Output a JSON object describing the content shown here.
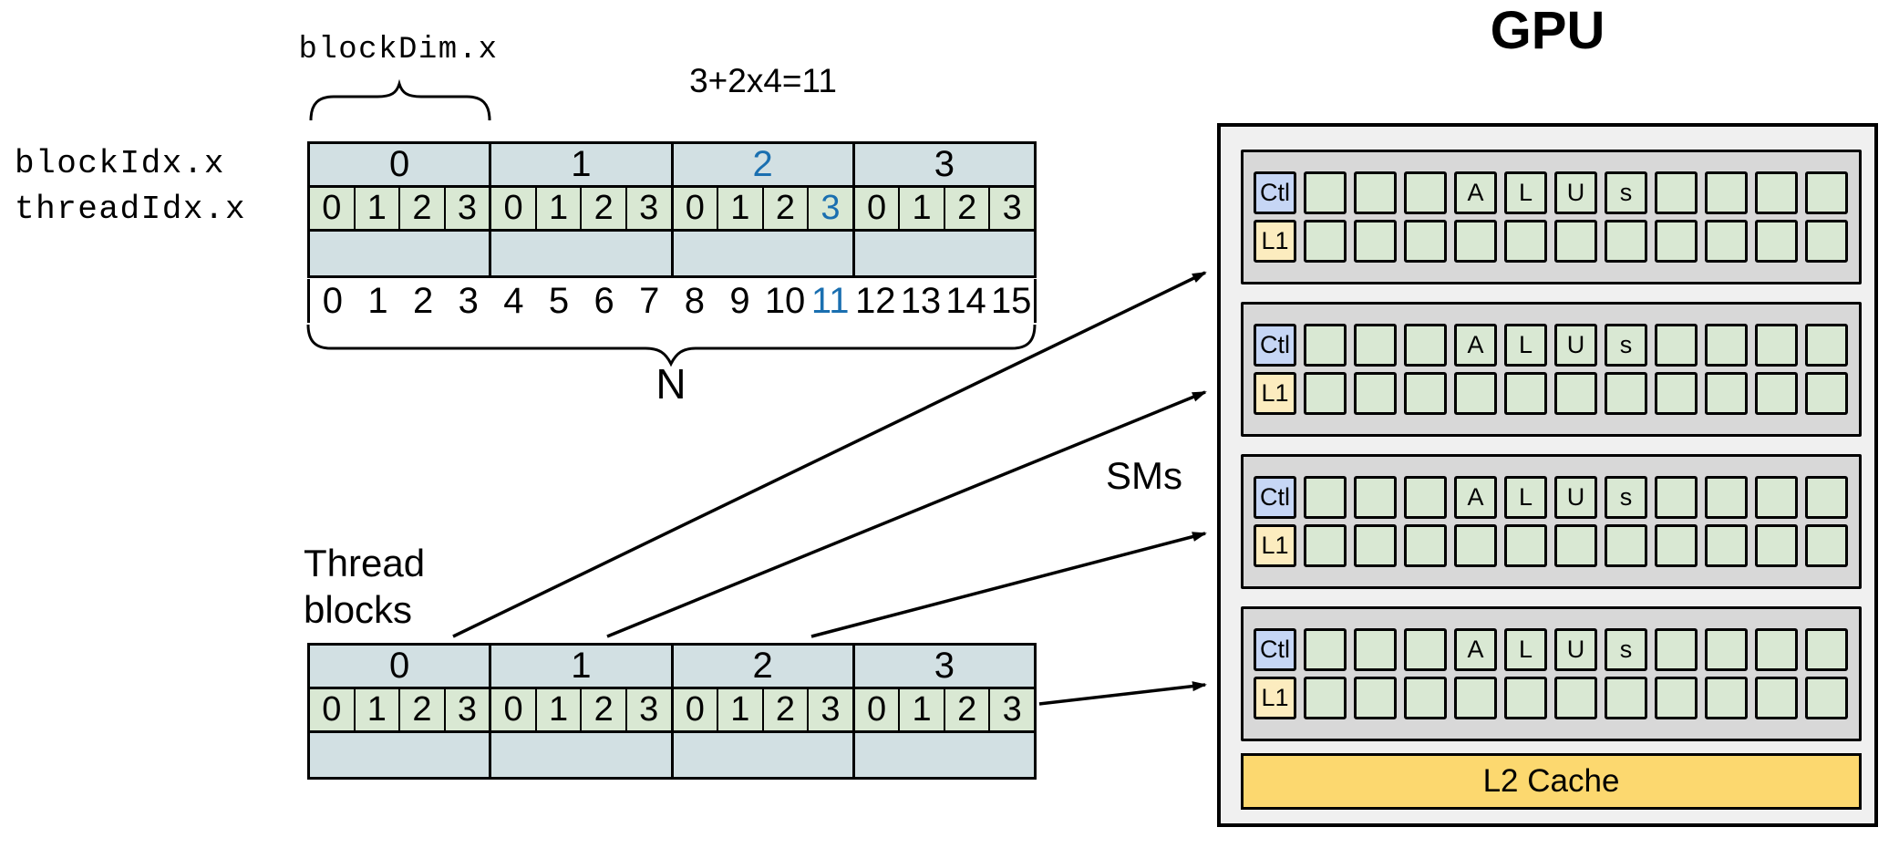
{
  "labels": {
    "block_dim": "blockDim.x",
    "block_idx": "blockIdx.x",
    "thread_idx": "threadIdx.x"
  },
  "annotations": {
    "formula": "3+2x4=11",
    "n_label": "N",
    "thread_blocks_line1": "Thread",
    "thread_blocks_line2": "blocks"
  },
  "top_table": {
    "block_headers": [
      "0",
      "1",
      "2",
      "3"
    ],
    "highlight_block": 2,
    "threads_per_block": [
      "0",
      "1",
      "2",
      "3"
    ],
    "highlight_thread": {
      "block": 2,
      "thread": 3
    },
    "global_indices": [
      "0",
      "1",
      "2",
      "3",
      "4",
      "5",
      "6",
      "7",
      "8",
      "9",
      "10",
      "11",
      "12",
      "13",
      "14",
      "15"
    ],
    "highlight_global": 11
  },
  "bottom_table": {
    "block_headers": [
      "0",
      "1",
      "2",
      "3"
    ],
    "threads_per_block": [
      "0",
      "1",
      "2",
      "3"
    ]
  },
  "gpu": {
    "title": "GPU",
    "sms_label": "SMs",
    "sm_count": 4,
    "ctl_label": "Ctl",
    "l1_label": "L1",
    "alus_letters": [
      "A",
      "L",
      "U",
      "s"
    ],
    "alus_start_index": 3,
    "green_cells_per_row": 11,
    "l2_label": "L2 Cache"
  },
  "colors": {
    "header_bg": "#d2e0e3",
    "thread_bg": "#d9e8d3",
    "ctl_bg": "#c6d6f5",
    "l1_bg": "#fcecbf",
    "l2_bg": "#fcd86f",
    "sm_bg": "#d8d8d8",
    "gpu_bg": "#f0f0f0",
    "highlight": "#1a6fb0"
  }
}
